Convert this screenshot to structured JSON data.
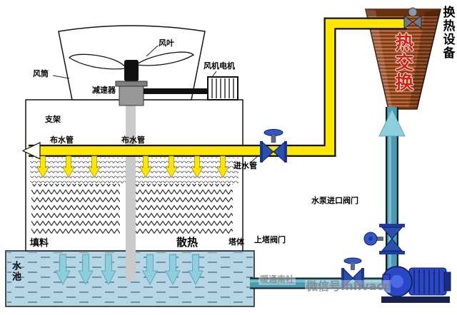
{
  "colors": {
    "hot_pipe": "#ffe600",
    "cold_pipe": "#4b9ab2",
    "valve_body": "#2a4fae",
    "pump_body": "#2947c8",
    "pool_fill": "#b6d6e6",
    "flow_arrow": "#8ecfdd",
    "exchanger_body": "#a8572b"
  },
  "tower": {
    "fan_blade": "风叶",
    "fan_duct": "风筒",
    "fan_motor": "风机电机",
    "reducer": "减速器",
    "support": "支架",
    "dist_pipe_left": "布水管",
    "dist_pipe_right": "布水管",
    "fill": "填料",
    "heat_dissipation": "散热",
    "tower_body": "塔体",
    "pool": "水池"
  },
  "piping": {
    "inlet_pipe": "进水管",
    "pump_inlet_valve": "水泵进口阀门",
    "up_tower_valve": "上塔阀门"
  },
  "exchanger": {
    "equipment": "换热设备",
    "heat_exchange": "热交换"
  },
  "watermark": {
    "brand": "暖通南社",
    "wechat": "微信号:nhvacr"
  }
}
